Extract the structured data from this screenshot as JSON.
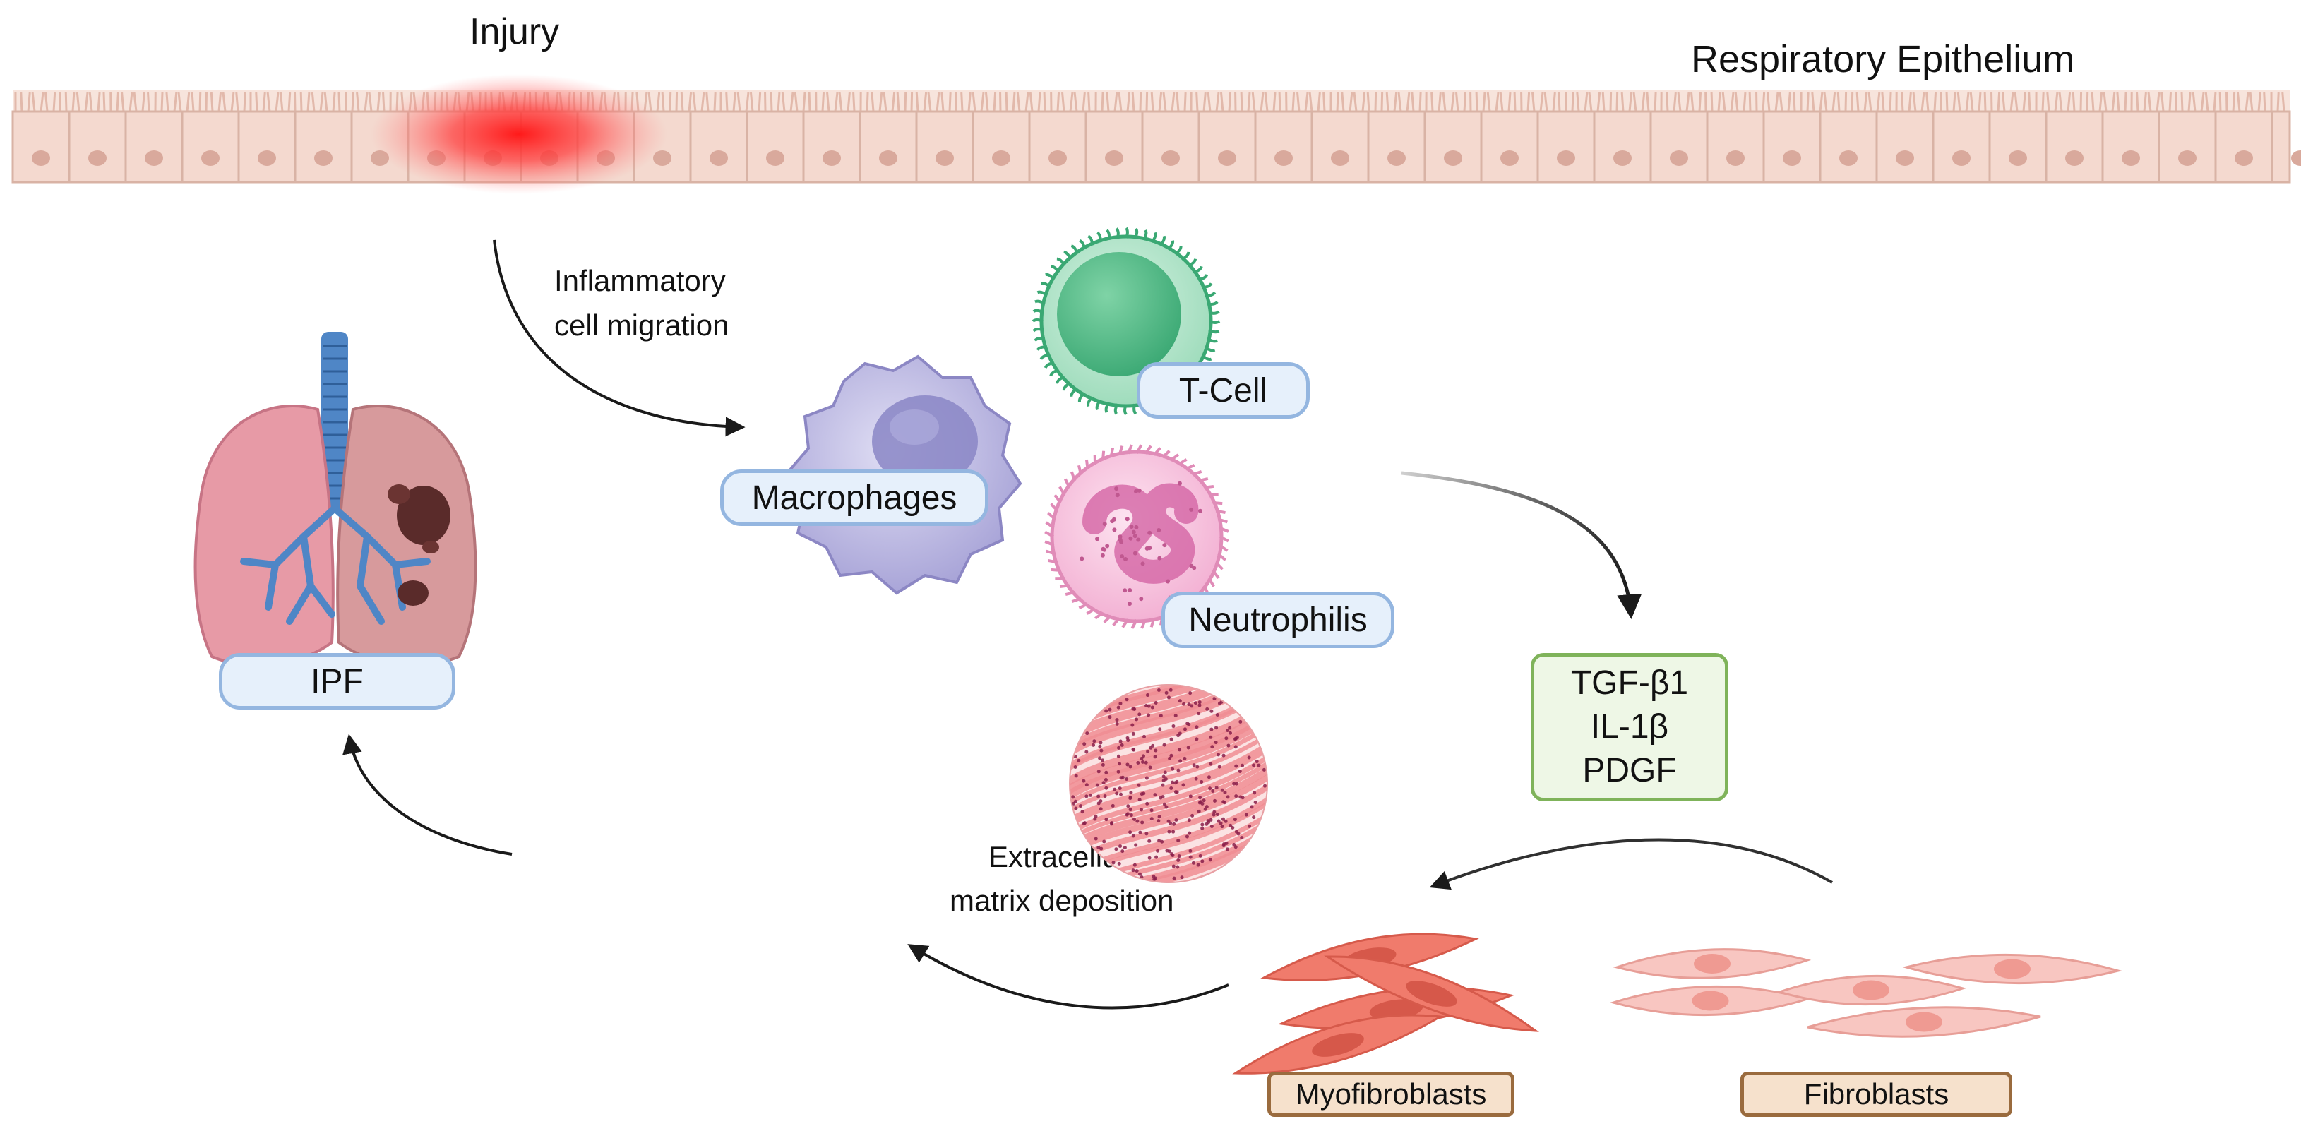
{
  "injury_label": "Injury",
  "epithelium_label": "Respiratory Epithelium",
  "migration_label": [
    "Inflammatory",
    "cell migration"
  ],
  "cells": {
    "macrophages": "Macrophages",
    "tcell": "T-Cell",
    "neutrophils": "Neutrophilis"
  },
  "cytokines": [
    "TGF-β1",
    "IL-1β",
    "PDGF"
  ],
  "ecm_label": [
    "Extracellular",
    "matrix deposition"
  ],
  "myofibroblasts": "Myofibroblasts",
  "fibroblasts": "Fibroblasts",
  "ipf": "IPF",
  "colors": {
    "epithelium": "#f4d9cf",
    "injury": "#ff2a2a",
    "macrophage": "#b7b4e0",
    "tcell": "#5cc18e",
    "neutrophil": "#f2a5cf",
    "cytokine_box": "#7fb35a",
    "label_box": "#94b6e0",
    "fibro_box": "#9a6b3e",
    "myofibroblast": "#f07b6c",
    "fibroblast": "#f8c6c1",
    "tissue": "#f3a7a9"
  }
}
